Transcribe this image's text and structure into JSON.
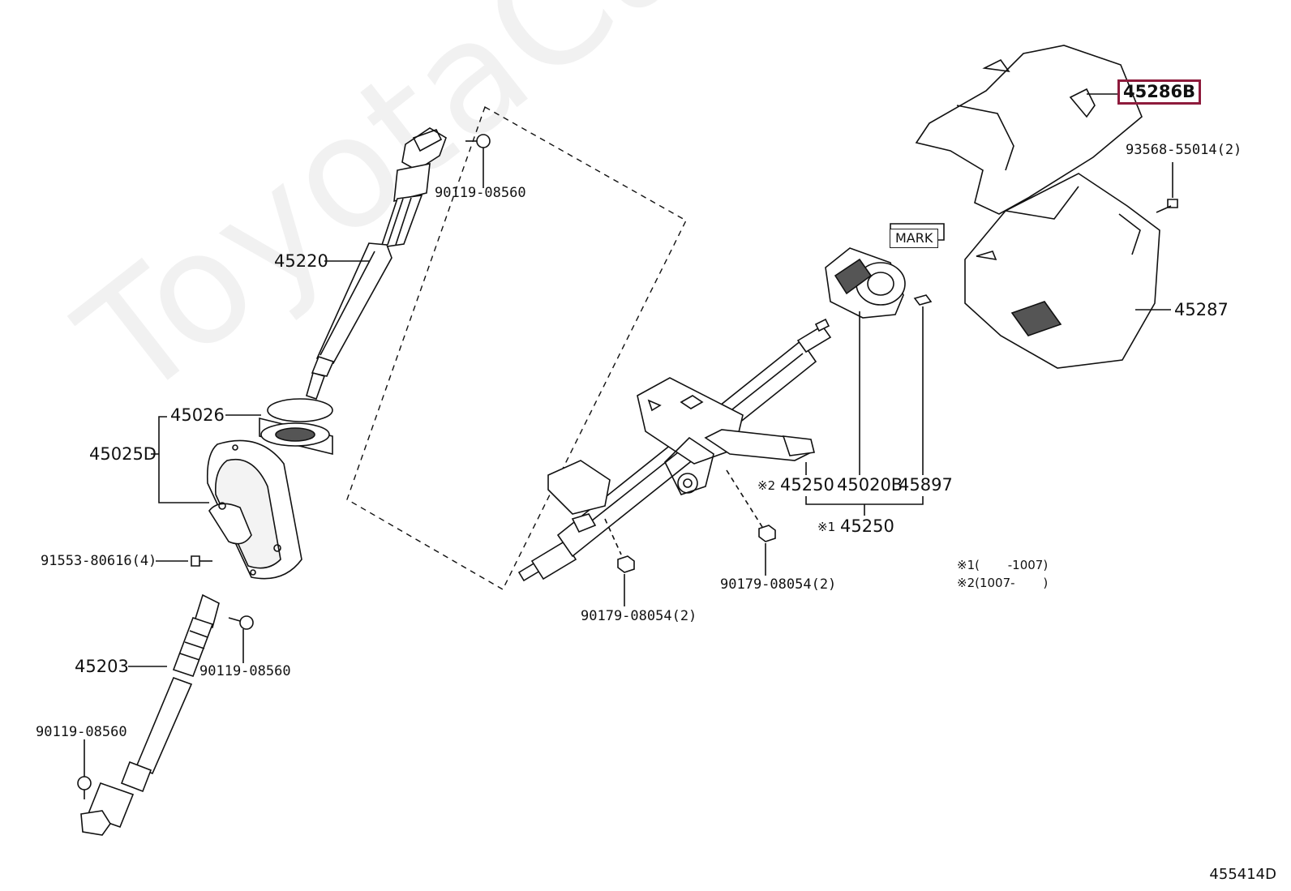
{
  "watermark": "ToyotaCarMirror",
  "diagram_id": "455414D",
  "parts": {
    "p45286B": "45286B",
    "p93568": "93568-55014(2)",
    "p45287": "45287",
    "pMark": "MARK",
    "p45220": "45220",
    "p90119a": "90119-08560",
    "p45026": "45026",
    "p45025D": "45025D",
    "p91553": "91553-80616(4)",
    "p45203": "45203",
    "p90119b": "90119-08560",
    "p90119c": "90119-08560",
    "p45250": "45250",
    "p45020B": "45020B",
    "p45897": "45897",
    "p45250assy": "45250",
    "p90179a": "90179-08054(2)",
    "p90179b": "90179-08054(2)"
  },
  "notes": {
    "ref1": "※2",
    "ref2": "※1",
    "footnote1": "※1(　　 -1007)",
    "footnote2": "※2(1007-　　 )"
  },
  "colors": {
    "highlight": "#8e1b3c",
    "line": "#111111"
  }
}
